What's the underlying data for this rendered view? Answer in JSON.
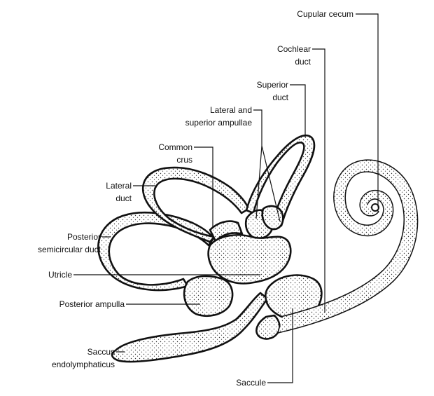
{
  "labels": {
    "cupular_cecum": "Cupular cecum",
    "cochlear_duct_1": "Cochlear",
    "cochlear_duct_2": "duct",
    "superior_duct_1": "Superior",
    "superior_duct_2": "duct",
    "lateral_superior_ampullae_1": "Lateral and",
    "lateral_superior_ampullae_2": "superior ampullae",
    "common_crus_1": "Common",
    "common_crus_2": "crus",
    "lateral_duct_1": "Lateral",
    "lateral_duct_2": "duct",
    "posterior_semicircular_duct_1": "Posterior",
    "posterior_semicircular_duct_2": "semicircular duct",
    "utricle": "Utricle",
    "posterior_ampulla": "Posterior ampulla",
    "saccus_endolymphaticus_1": "Saccus",
    "saccus_endolymphaticus_2": "endolymphaticus",
    "saccule": "Saccule"
  },
  "colors": {
    "line": "#111111",
    "background": "#ffffff",
    "stipple": "#333333"
  }
}
